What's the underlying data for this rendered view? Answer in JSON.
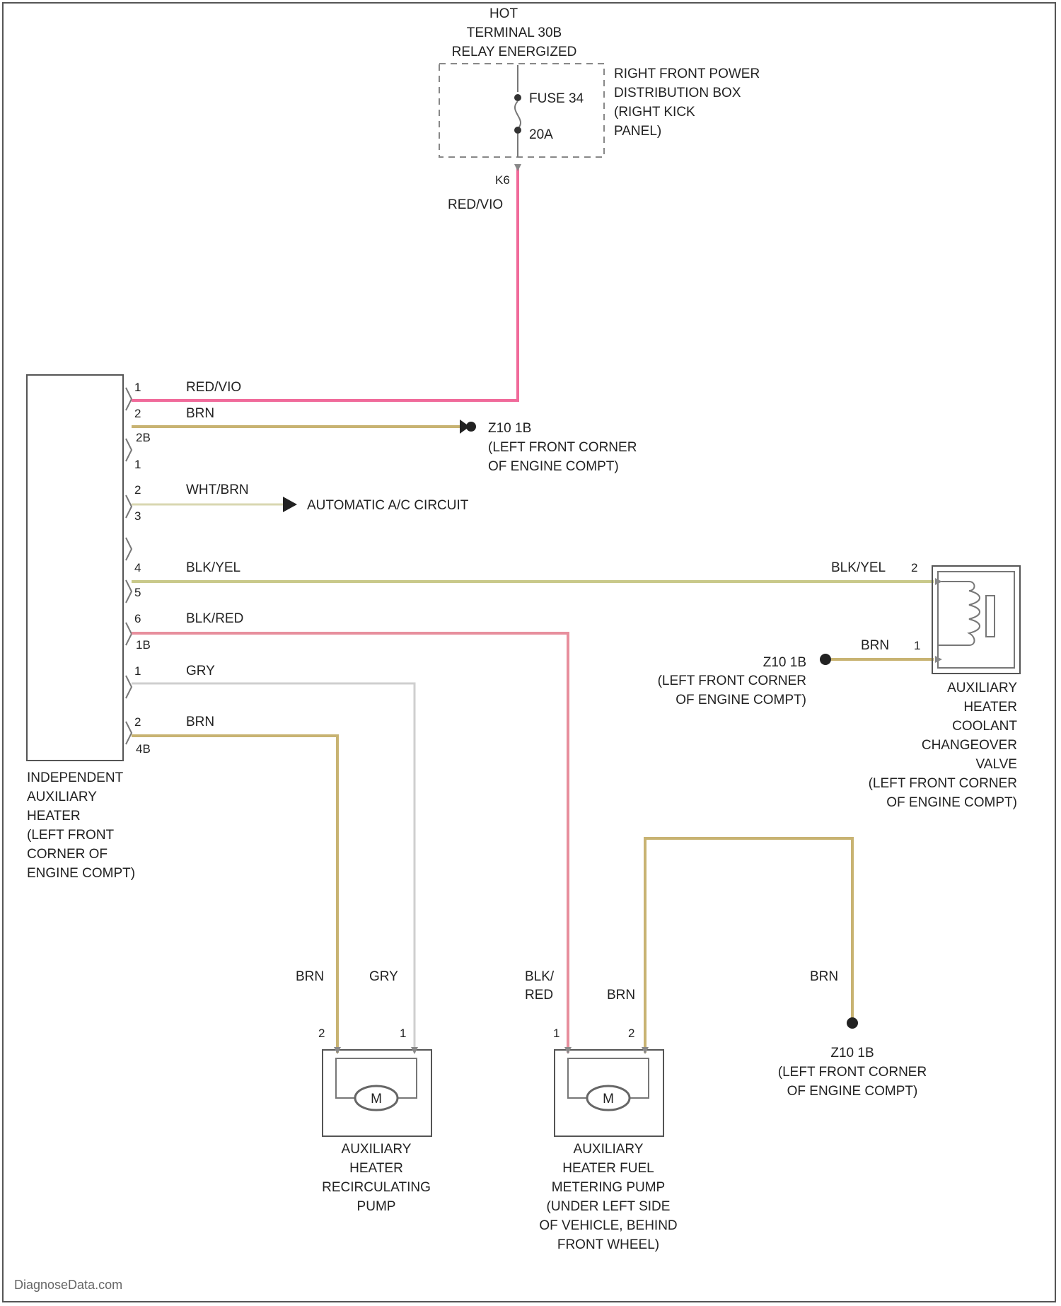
{
  "colors": {
    "red_vio": "#f06a9a",
    "brn": "#c8b372",
    "wht_brn": "#d9d7b2",
    "blk_yel": "#c9c98a",
    "blk_red": "#e78f9d",
    "gry": "#cfcfcf",
    "outline": "#555555"
  },
  "power_source": {
    "lines": [
      "HOT",
      "TERMINAL 30B",
      "RELAY ENERGIZED"
    ]
  },
  "distribution_box": {
    "lines": [
      "RIGHT FRONT POWER",
      "DISTRIBUTION BOX",
      "(RIGHT KICK",
      "PANEL)"
    ],
    "fuse_name": "FUSE 34",
    "fuse_rating": "20A",
    "output_pin": "K6",
    "output_wire": "RED/VIO"
  },
  "heater": {
    "lines": [
      "INDEPENDENT",
      "AUXILIARY",
      "HEATER",
      "(LEFT FRONT",
      "CORNER OF",
      "ENGINE COMPT)"
    ],
    "connectors": [
      {
        "pin": "1",
        "conn": "",
        "wire": "RED/VIO"
      },
      {
        "pin": "2",
        "conn": "2B",
        "wire": "BRN"
      },
      {
        "pin": "1",
        "conn": "",
        "wire": ""
      },
      {
        "pin": "2",
        "conn": "",
        "wire": "WHT/BRN"
      },
      {
        "pin": "3",
        "conn": "",
        "wire": ""
      },
      {
        "pin": "4",
        "conn": "",
        "wire": "BLK/YEL"
      },
      {
        "pin": "5",
        "conn": "",
        "wire": ""
      },
      {
        "pin": "6",
        "conn": "",
        "wire": "BLK/RED"
      },
      {
        "pin": "",
        "conn": "1B",
        "wire": ""
      },
      {
        "pin": "1",
        "conn": "",
        "wire": "GRY"
      },
      {
        "pin": "2",
        "conn": "4B",
        "wire": "BRN"
      }
    ]
  },
  "ground_1": {
    "name": "Z10 1B",
    "lines": [
      "(LEFT FRONT CORNER",
      "OF ENGINE COMPT)"
    ]
  },
  "auto_ac": {
    "label": "AUTOMATIC A/C CIRCUIT"
  },
  "valve": {
    "wire_in": "BLK/YEL",
    "pin_in": "2",
    "wire_gnd": "BRN",
    "pin_gnd": "1",
    "ground_name": "Z10 1B",
    "ground_lines": [
      "(LEFT FRONT CORNER",
      "OF ENGINE COMPT)"
    ],
    "lines": [
      "AUXILIARY",
      "HEATER",
      "COOLANT",
      "CHANGEOVER",
      "VALVE",
      "(LEFT FRONT CORNER",
      "OF ENGINE COMPT)"
    ]
  },
  "recirc_pump": {
    "wire_a": "BRN",
    "pin_a": "2",
    "wire_b": "GRY",
    "pin_b": "1",
    "motor": "M",
    "lines": [
      "AUXILIARY",
      "HEATER",
      "RECIRCULATING",
      "PUMP"
    ]
  },
  "fuel_pump": {
    "wire_a": "BLK/",
    "wire_a2": "RED",
    "pin_a": "1",
    "wire_b": "BRN",
    "pin_b": "2",
    "motor": "M",
    "lines": [
      "AUXILIARY",
      "HEATER FUEL",
      "METERING PUMP",
      "(UNDER LEFT SIDE",
      "OF VEHICLE, BEHIND",
      "FRONT WHEEL)"
    ]
  },
  "ground_3": {
    "wire": "BRN",
    "name": "Z10 1B",
    "lines": [
      "(LEFT FRONT CORNER",
      "OF ENGINE COMPT)"
    ]
  },
  "watermark": "DiagnoseData.com"
}
